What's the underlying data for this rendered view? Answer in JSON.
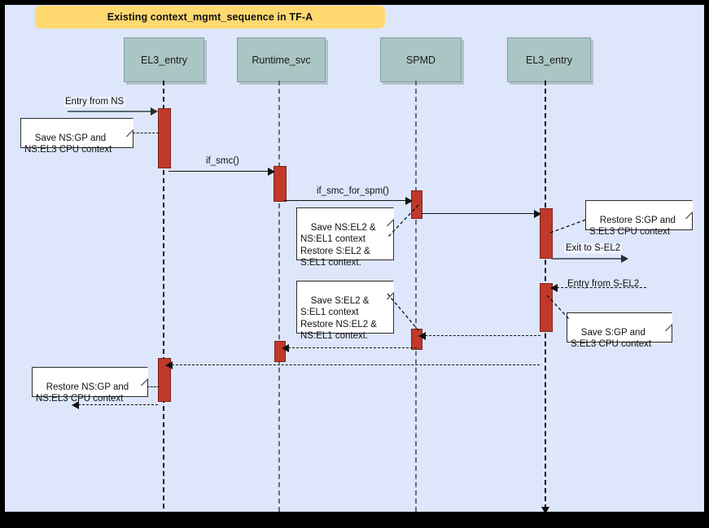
{
  "diagram": {
    "title": "Existing context_mgmt_sequence in TF-A",
    "type": "uml-sequence-diagram",
    "colors": {
      "page_border": "#000000",
      "canvas_background": "#dde6fb",
      "title_background": "#ffd970",
      "lifeline_head_fill": "#a9c6c4",
      "lifeline_head_stroke": "#7fa3a1",
      "activation_fill": "#c0392b",
      "activation_stroke": "#7d2419",
      "note_fill": "#ffffff",
      "note_stroke": "#2b2b2b",
      "message_line": "#111111",
      "entry_message_line": "#5c6a72"
    }
  },
  "lifelines": [
    {
      "id": "el3_entry_ns",
      "label": "EL3_entry"
    },
    {
      "id": "runtime_svc",
      "label": "Runtime_svc"
    },
    {
      "id": "spmd",
      "label": "SPMD"
    },
    {
      "id": "el3_entry_s",
      "label": "EL3_entry"
    }
  ],
  "messages": [
    {
      "id": "m1",
      "label": "Entry from NS",
      "from": "external",
      "to": "el3_entry_ns",
      "style": "solid-thick",
      "direction": "right"
    },
    {
      "id": "m2",
      "label": "if_smc()",
      "from": "el3_entry_ns",
      "to": "runtime_svc",
      "style": "solid",
      "direction": "right"
    },
    {
      "id": "m3",
      "label": "if_smc_for_spm()",
      "from": "runtime_svc",
      "to": "spmd",
      "style": "solid",
      "direction": "right"
    },
    {
      "id": "m4",
      "label": "",
      "from": "spmd",
      "to": "el3_entry_s",
      "style": "solid",
      "direction": "right"
    },
    {
      "id": "m5",
      "label": "Exit to S-EL2",
      "from": "el3_entry_s",
      "to": "external",
      "style": "solid-thick",
      "direction": "right"
    },
    {
      "id": "m6",
      "label": "Entry from S-EL2",
      "from": "external",
      "to": "el3_entry_s",
      "style": "dashed",
      "direction": "left"
    },
    {
      "id": "m7",
      "label": "",
      "from": "el3_entry_s",
      "to": "spmd",
      "style": "dashed",
      "direction": "left"
    },
    {
      "id": "m8",
      "label": "",
      "from": "spmd",
      "to": "runtime_svc",
      "style": "dashed",
      "direction": "left"
    },
    {
      "id": "m9",
      "label": "",
      "from": "el3_entry_s",
      "to": "el3_entry_ns",
      "style": "dashed",
      "direction": "left"
    },
    {
      "id": "m10",
      "label": "",
      "from": "el3_entry_ns",
      "to": "external",
      "style": "dashed",
      "direction": "left"
    }
  ],
  "notes": [
    {
      "id": "n1",
      "attached_to": "el3_entry_ns",
      "text": "Save NS:GP and\nNS:EL3 CPU context"
    },
    {
      "id": "n2",
      "attached_to": "spmd",
      "text": "Save NS:EL2 &\nNS:EL1 context\nRestore S:EL2 &\nS:EL1 context."
    },
    {
      "id": "n3",
      "attached_to": "el3_entry_s",
      "text": "Restore S:GP and\nS:EL3 CPU context"
    },
    {
      "id": "n4",
      "attached_to": "spmd",
      "text": "Save S:EL2 &\nS:EL1 context\nRestore NS:EL2 &\nNS:EL1 context."
    },
    {
      "id": "n5",
      "attached_to": "el3_entry_s",
      "text": "Save S:GP and\nS:EL3 CPU context"
    },
    {
      "id": "n6",
      "attached_to": "el3_entry_ns",
      "text": "Restore NS:GP and\nNS:EL3 CPU context"
    }
  ]
}
